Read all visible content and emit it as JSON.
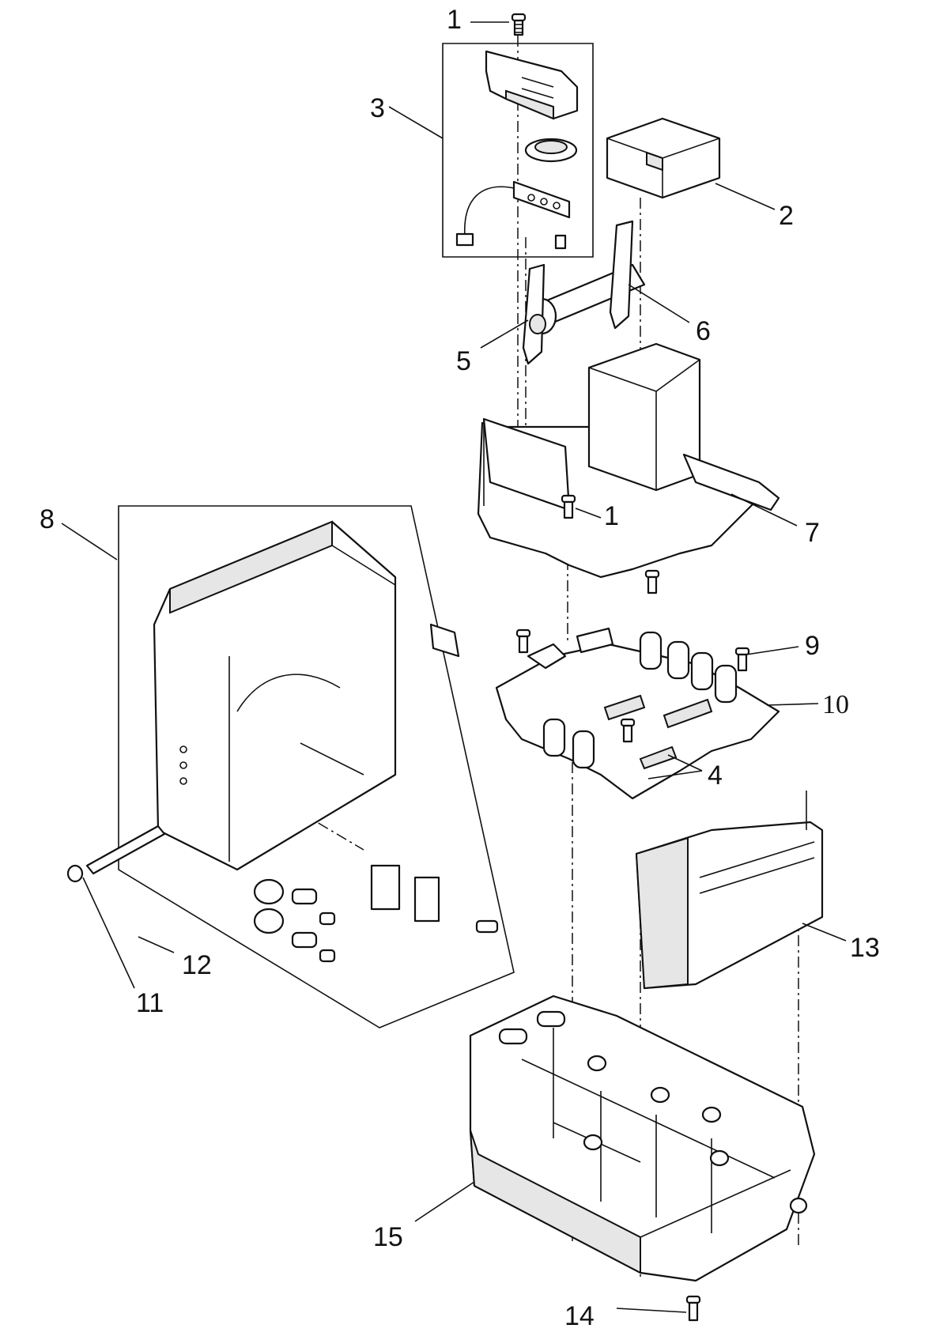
{
  "callouts": [
    {
      "id": "c1a",
      "text": "1"
    },
    {
      "id": "c2",
      "text": "2"
    },
    {
      "id": "c3",
      "text": "3"
    },
    {
      "id": "c5",
      "text": "5"
    },
    {
      "id": "c6",
      "text": "6"
    },
    {
      "id": "c1b",
      "text": "1"
    },
    {
      "id": "c7",
      "text": "7"
    },
    {
      "id": "c8",
      "text": "8"
    },
    {
      "id": "c9",
      "text": "9"
    },
    {
      "id": "c10",
      "text": "10"
    },
    {
      "id": "c4",
      "text": "4"
    },
    {
      "id": "c13",
      "text": "13"
    },
    {
      "id": "c12",
      "text": "12"
    },
    {
      "id": "c11",
      "text": "11"
    },
    {
      "id": "c15",
      "text": "15"
    },
    {
      "id": "c14",
      "text": "14"
    }
  ]
}
